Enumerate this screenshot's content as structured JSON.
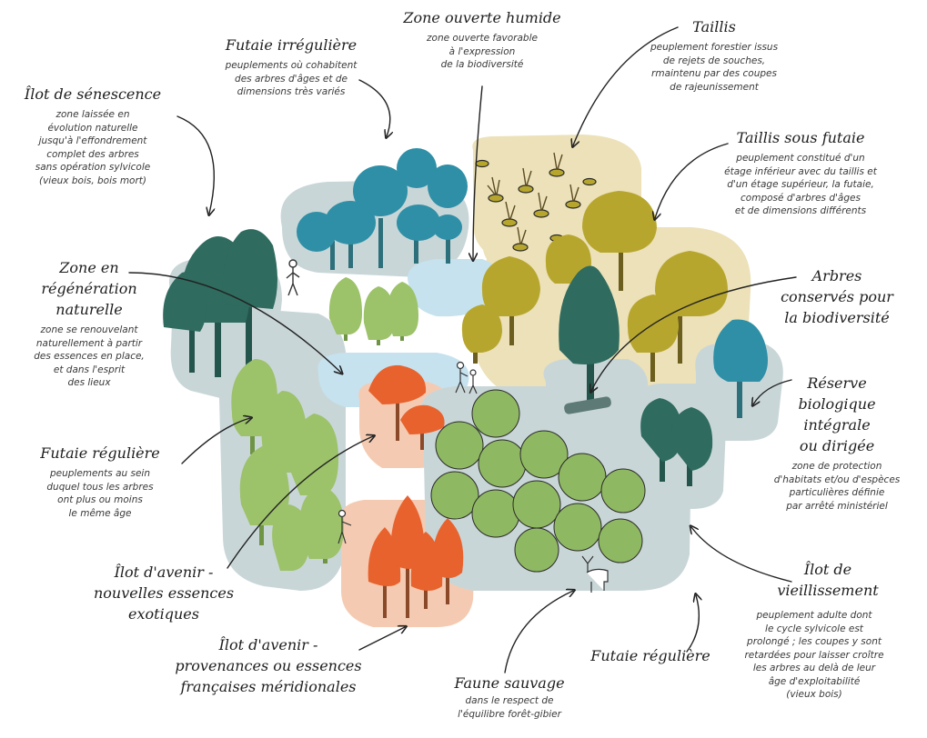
{
  "colors": {
    "dark_teal": "#2f6b5f",
    "teal_blue": "#2e8fa6",
    "light_green": "#9cc26a",
    "mid_green": "#8fb862",
    "mustard": "#b7a62e",
    "orange": "#e8622e",
    "pale_beige": "#ece1b8",
    "pale_grey_blue": "#c9d6d8",
    "water": "#c6e2ee",
    "pale_orange": "#f4cbb2"
  },
  "zones": [
    {
      "key": "futaie_irreguliere",
      "title": "Futaie irrégulière",
      "desc": "peuplements où cohabitent\ndes arbres d'âges et de\ndimensions très variés"
    },
    {
      "key": "zone_ouverte",
      "title": "Zone ouverte humide",
      "desc": "zone ouverte favorable\nà l'expression\nde la biodiversité"
    },
    {
      "key": "taillis",
      "title": "Taillis",
      "desc": "peuplement forestier issus\nde rejets de souches,\nrmaintenu par des coupes\nde rajeunissement"
    },
    {
      "key": "senescence",
      "title": "Îlot de sénescence",
      "desc": "zone laissée en\névolution naturelle\njusqu'à l'effondrement\ncomplet des arbres\nsans opération sylvicole\n(vieux bois, bois mort)"
    },
    {
      "key": "taillis_sous_futaie",
      "title": "Taillis sous futaie",
      "desc": "peuplement constitué d'un\nétage inférieur avec du taillis et\nd'un étage supérieur, la futaie,\ncomposé d'arbres d'âges\net de dimensions différents"
    },
    {
      "key": "regeneration",
      "title": "Zone en\nrégénération\nnaturelle",
      "desc": "zone se renouvelant\nnaturellement à partir\ndes essences en place,\net dans l'esprit\ndes lieux"
    },
    {
      "key": "arbres_conserves",
      "title": "Arbres\nconservés pour\nla biodiversité",
      "desc": ""
    },
    {
      "key": "reserve",
      "title": "Réserve\nbiologique\nintégrale\nou dirigée",
      "desc": "zone de protection\nd'habitats et/ou d'espèces\nparticulières définie\npar arrêté ministériel"
    },
    {
      "key": "futaie_reguliere_left",
      "title": "Futaie régulière",
      "desc": "peuplements au sein\nduquel tous les arbres\nont plus ou moins\nle même âge"
    },
    {
      "key": "avenir_exotiques",
      "title": "Îlot d'avenir -\nnouvelles essences\nexotiques",
      "desc": ""
    },
    {
      "key": "vieillissement",
      "title": "Îlot de\nvieillissement",
      "desc": "peuplement adulte dont\nle cycle sylvicole est\nprolongé ; les coupes y sont\nretardées pour laisser croître\nles arbres au delà de leur\nâge d'exploitabilité\n(vieux bois)"
    },
    {
      "key": "avenir_meridionales",
      "title": "Îlot d'avenir -\nprovenances ou essences\nfrançaises méridionales",
      "desc": ""
    },
    {
      "key": "futaie_reguliere_bottom",
      "title": "Futaie régulière",
      "desc": ""
    },
    {
      "key": "faune",
      "title": "Faune sauvage",
      "desc": "dans le respect de\nl'équilibre forêt-gibier"
    }
  ]
}
